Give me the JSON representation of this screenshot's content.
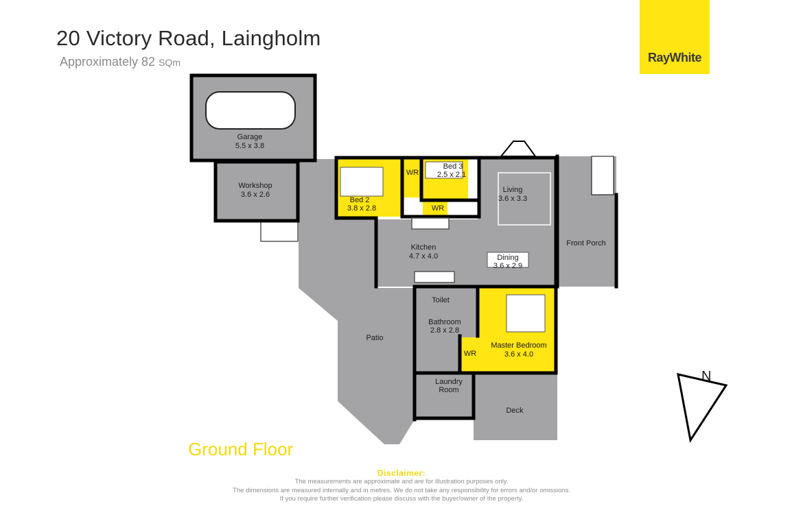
{
  "header": {
    "address": "20 Victory Road, Laingholm",
    "area_prefix": "Approximately 82",
    "area_unit": "SQm"
  },
  "brand": {
    "logo_text": "RayWhite",
    "colors": {
      "accent": "#ffe512",
      "room_fill": "#a4a4a6",
      "wall": "#000000"
    }
  },
  "floor_label": "Ground Floor",
  "rooms": [
    {
      "name": "Garage",
      "dims": "5.5 x 3.8"
    },
    {
      "name": "Workshop",
      "dims": "3.6 x 2.6"
    },
    {
      "name": "Bed 2",
      "dims": "3.8 x 2.8"
    },
    {
      "name": "Bed 3",
      "dims": "2.5 x 2.1"
    },
    {
      "name": "Living",
      "dims": "3.6 x 3.3"
    },
    {
      "name": "Kitchen",
      "dims": "4.7 x 4.0"
    },
    {
      "name": "Dining",
      "dims": "3.6 x 2.9"
    },
    {
      "name": "Front Porch",
      "dims": ""
    },
    {
      "name": "Toilet",
      "dims": ""
    },
    {
      "name": "Bathroom",
      "dims": "2.8 x 2.8"
    },
    {
      "name": "Master Bedroom",
      "dims": "3.6 x 4.0"
    },
    {
      "name": "Patio",
      "dims": ""
    },
    {
      "name": "Deck",
      "dims": ""
    }
  ],
  "labels": {
    "wr": "WR",
    "laundry_1": "Laundry",
    "laundry_2": "Room"
  },
  "compass": {
    "label": "N"
  },
  "disclaimer": {
    "title": "Disclaimer:",
    "lines": [
      "The measurements are approximate and are for illustration purposes only.",
      "The dimensions are measured internally and in metres. We do not take any responsibility for errors and/or omissions.",
      "If you require further verification please discuss with the buyer/owner of the property."
    ]
  }
}
